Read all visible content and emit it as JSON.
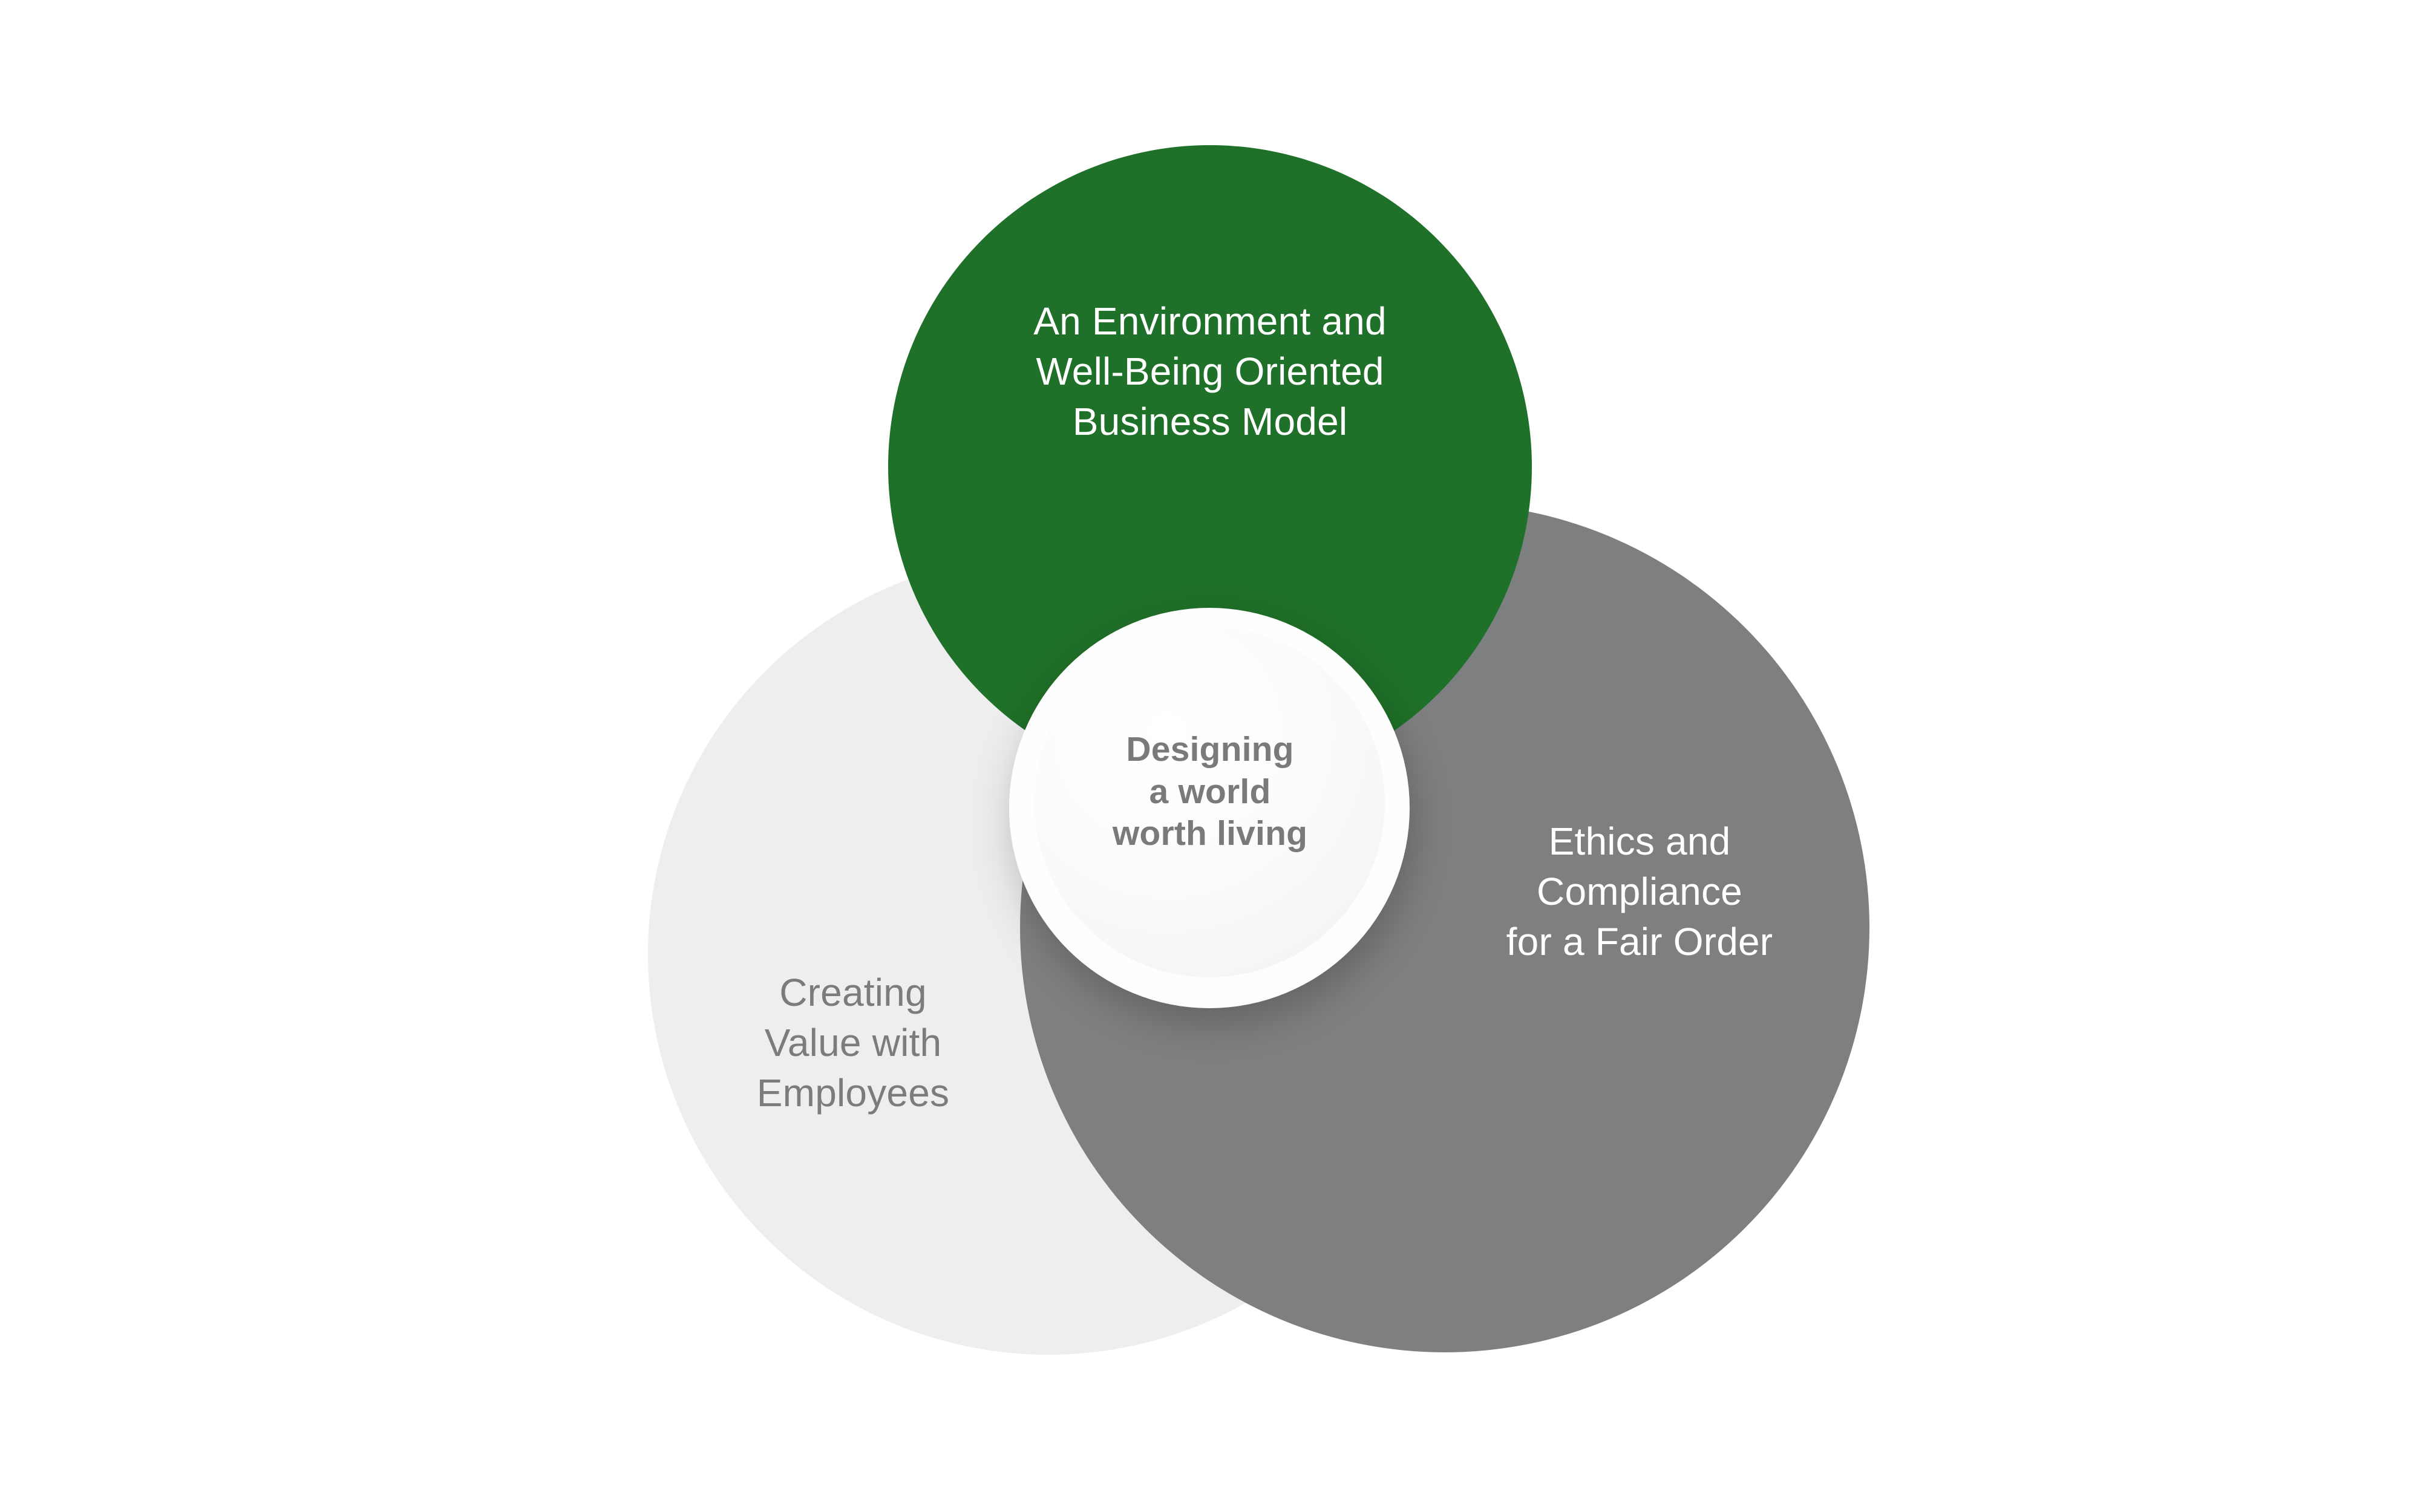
{
  "diagram": {
    "type": "venn",
    "title_text": "Designing a world worth living",
    "background_color": "#ffffff",
    "circles": [
      {
        "id": "environment",
        "label": "An Environment and\nWell-Being Oriented\nBusiness Model",
        "fill_color": "#1f7028",
        "text_color": "#ffffff",
        "position": "top"
      },
      {
        "id": "ethics",
        "label": "Ethics and\nCompliance\nfor a Fair Order",
        "fill_color": "#7e7f81",
        "text_color": "#ffffff",
        "position": "right"
      },
      {
        "id": "employees",
        "label": "Creating\nValue with\nEmployees",
        "fill_color": "#eeeeee",
        "text_color": "#7c7c7c",
        "position": "left"
      }
    ],
    "center": {
      "id": "core",
      "label": "Designing\na world\nworth living",
      "fill_color": "#fbfbfc",
      "text_color": "#7a7a7a"
    }
  }
}
